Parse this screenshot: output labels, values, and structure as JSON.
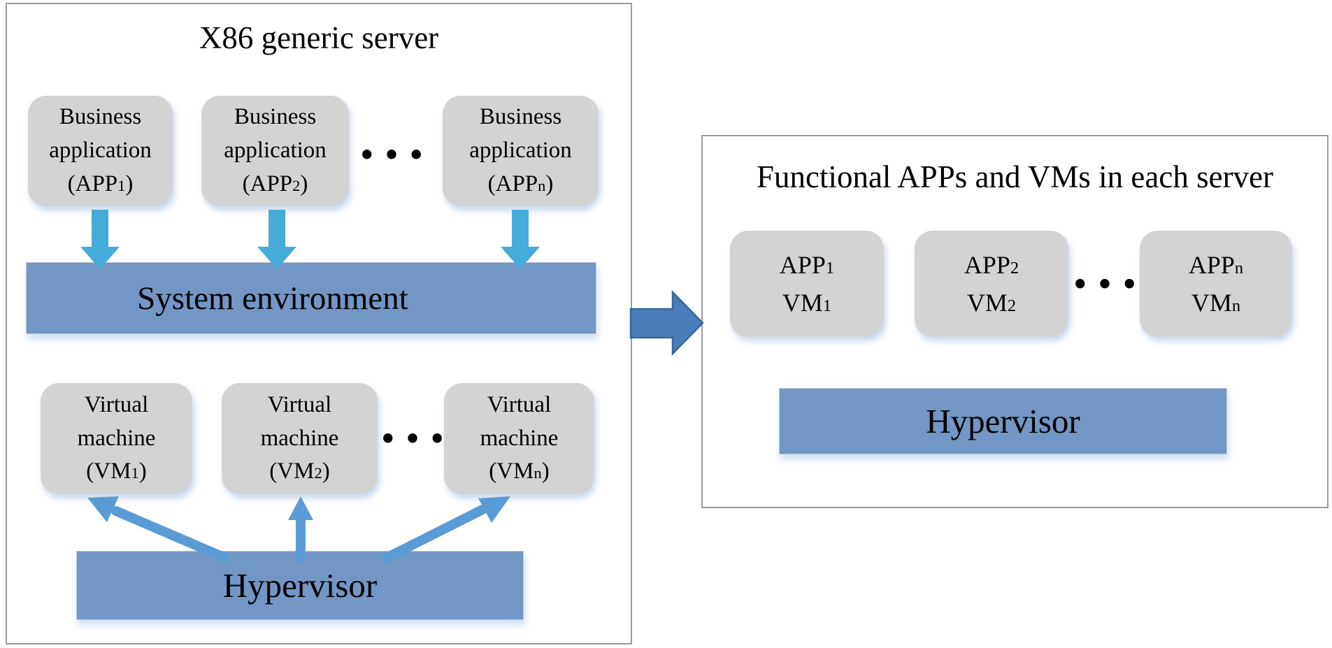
{
  "colors": {
    "panel_border": "#9b9b9b",
    "box_fill": "#d3d3d3",
    "bar_fill": "#7296c5",
    "down_arrow": "#45abd9",
    "up_arrow": "#5b9bd5",
    "connector_arrow_fill": "#4a7db9",
    "connector_arrow_border": "#36689f",
    "text": "#000000"
  },
  "left_panel": {
    "title": "X86 generic server",
    "business_apps": [
      {
        "name_line1": "Business",
        "name_line2": "application",
        "id_prefix": "(APP",
        "id_sub": "1",
        "id_suffix": ")"
      },
      {
        "name_line1": "Business",
        "name_line2": "application",
        "id_prefix": "(APP",
        "id_sub": "2",
        "id_suffix": ")"
      },
      {
        "name_line1": "Business",
        "name_line2": "application",
        "id_prefix": "(APP",
        "id_sub": "n",
        "id_suffix": ")"
      }
    ],
    "business_apps_ellipsis": "•••",
    "system_environment_bar": "System environment",
    "virtual_machines": [
      {
        "name_line1": "Virtual",
        "name_line2": "machine",
        "id_prefix": "(VM",
        "id_sub": "1",
        "id_suffix": ")"
      },
      {
        "name_line1": "Virtual",
        "name_line2": "machine",
        "id_prefix": "(VM",
        "id_sub": "2",
        "id_suffix": ")"
      },
      {
        "name_line1": "Virtual",
        "name_line2": "machine",
        "id_prefix": "(VM",
        "id_sub": "n",
        "id_suffix": ")"
      }
    ],
    "virtual_machines_ellipsis": "•••",
    "hypervisor_bar": "Hypervisor"
  },
  "right_panel": {
    "title": "Functional APPs and VMs in each server",
    "app_vm_boxes": [
      {
        "app_prefix": "APP",
        "app_sub": "1",
        "vm_prefix": "VM",
        "vm_sub": "1"
      },
      {
        "app_prefix": "APP",
        "app_sub": "2",
        "vm_prefix": "VM",
        "vm_sub": "2"
      },
      {
        "app_prefix": "APP",
        "app_sub": "n",
        "vm_prefix": "VM",
        "vm_sub": "n"
      }
    ],
    "app_vm_ellipsis": "•••",
    "hypervisor_bar": "Hypervisor"
  }
}
